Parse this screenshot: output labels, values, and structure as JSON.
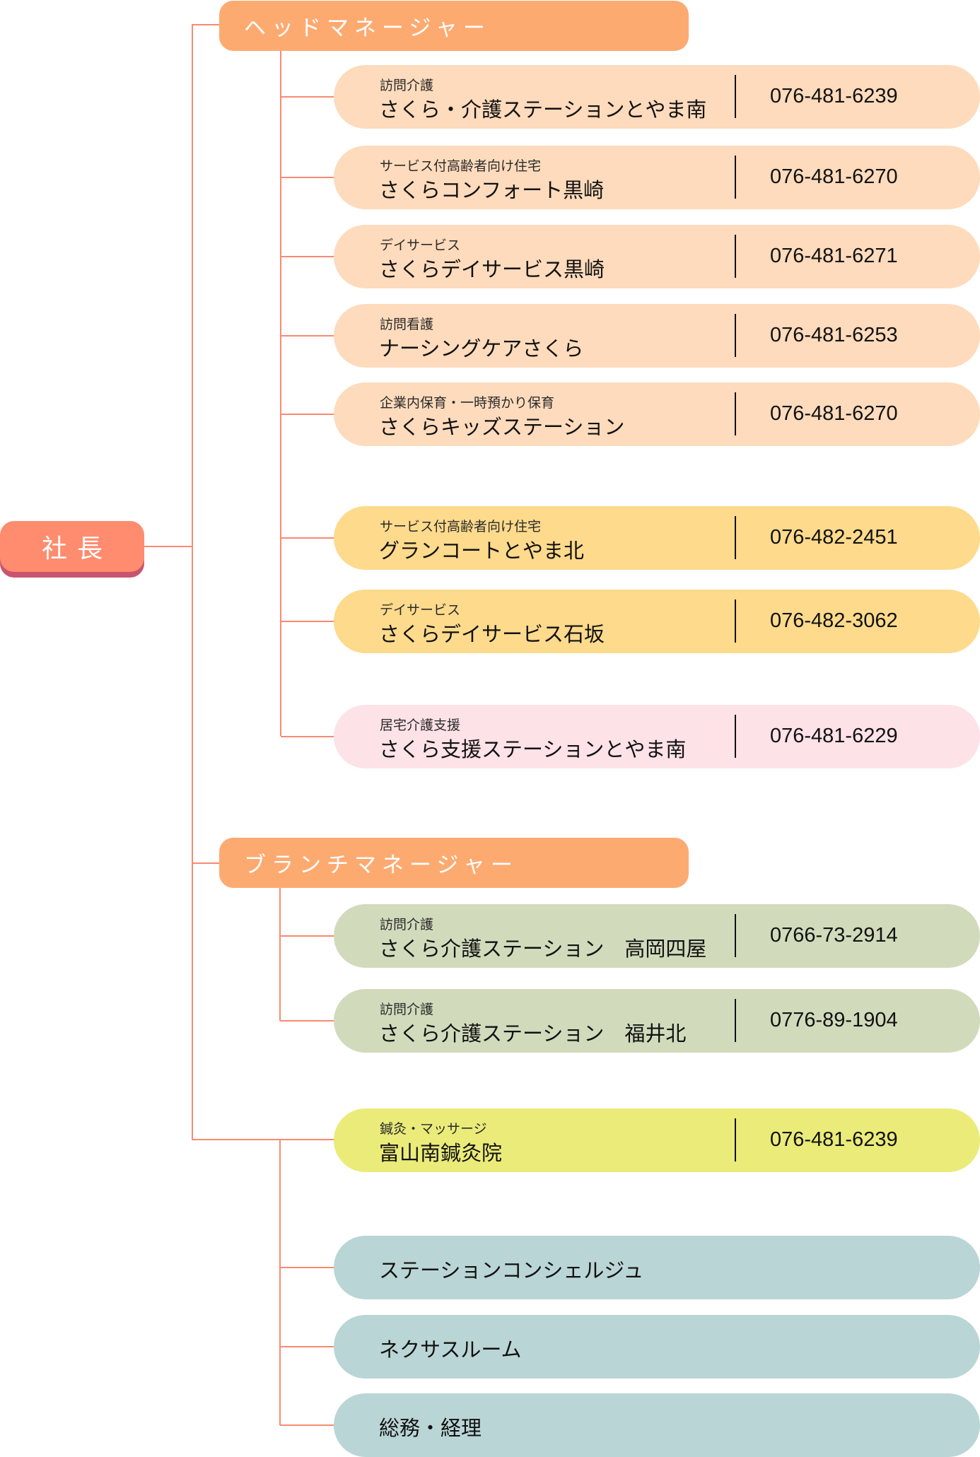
{
  "president": {
    "label": "社長"
  },
  "head_manager": {
    "label": "ヘッドマネージャー"
  },
  "branch_manager": {
    "label": "ブランチマネージャー"
  },
  "colors": {
    "line": "#F98A72",
    "manager": "#FDAA71",
    "president": "#FF8C6E",
    "president_shadow": "#C95470",
    "peach": "#FDDBBC",
    "yellow": "#FDDA8C",
    "pink": "#FDE2E8",
    "green": "#D1DBBC",
    "lime": "#EBEB7A",
    "teal": "#BAD5D5"
  },
  "head_items": [
    {
      "category": "訪問介護",
      "name": "さくら・介護ステーションとやま南",
      "phone": "076-481-6239",
      "color": "#FDDBBC"
    },
    {
      "category": "サービス付高齢者向け住宅",
      "name": "さくらコンフォート黒崎",
      "phone": "076-481-6270",
      "color": "#FDDBBC"
    },
    {
      "category": "デイサービス",
      "name": "さくらデイサービス黒崎",
      "phone": "076-481-6271",
      "color": "#FDDBBC"
    },
    {
      "category": "訪問看護",
      "name": "ナーシングケアさくら",
      "phone": "076-481-6253",
      "color": "#FDDBBC"
    },
    {
      "category": "企業内保育・一時預かり保育",
      "name": "さくらキッズステーション",
      "phone": "076-481-6270",
      "color": "#FDDBBC"
    },
    {
      "category": "サービス付高齢者向け住宅",
      "name": "グランコートとやま北",
      "phone": "076-482-2451",
      "color": "#FDDA8C"
    },
    {
      "category": "デイサービス",
      "name": "さくらデイサービス石坂",
      "phone": "076-482-3062",
      "color": "#FDDA8C"
    },
    {
      "category": "居宅介護支援",
      "name": "さくら支援ステーションとやま南",
      "phone": "076-481-6229",
      "color": "#FDE2E8"
    }
  ],
  "branch_items": [
    {
      "category": "訪問介護",
      "name": "さくら介護ステーション　高岡四屋",
      "phone": "0766-73-2914",
      "color": "#D1DBBC"
    },
    {
      "category": "訪問介護",
      "name": "さくら介護ステーション　福井北",
      "phone": "0776-89-1904",
      "color": "#D1DBBC"
    }
  ],
  "direct_item": {
    "category": "鍼灸・マッサージ",
    "name": "富山南鍼灸院",
    "phone": "076-481-6239",
    "color": "#EBEB7A"
  },
  "staff_items": [
    {
      "name": "ステーションコンシェルジュ",
      "color": "#BAD5D5"
    },
    {
      "name": "ネクサスルーム",
      "color": "#BAD5D5"
    },
    {
      "name": "総務・経理",
      "color": "#BAD5D5"
    }
  ]
}
